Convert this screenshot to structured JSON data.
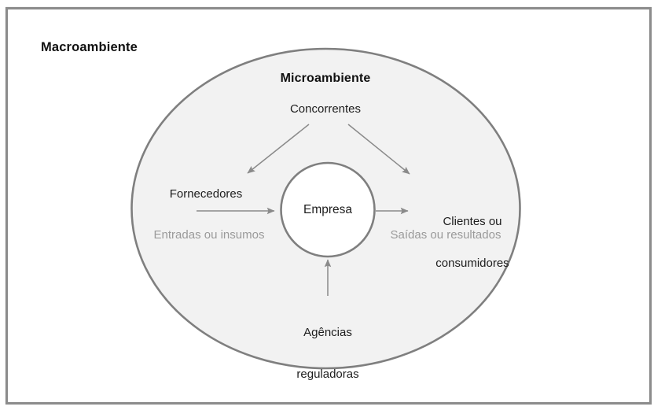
{
  "figure": {
    "type": "concentric-environment-diagram",
    "language": "pt-BR",
    "frame": {
      "border_color": "#8c8c8c",
      "background": "#ffffff"
    },
    "macro_environment": {
      "label": "Macroambiente",
      "shape": "rectangle",
      "fill": "#ffffff"
    },
    "micro_environment": {
      "label": "Microambiente",
      "shape": "ellipse",
      "fill": "#f2f2f2",
      "stroke": "#7f7f7f"
    },
    "core": {
      "label": "Empresa",
      "shape": "circle",
      "fill": "#ffffff",
      "stroke": "#7f7f7f"
    },
    "nodes": [
      {
        "id": "concorrentes",
        "label": "Concorrentes",
        "position": "top",
        "color": "#1d1d1d"
      },
      {
        "id": "fornecedores",
        "label": "Fornecedores",
        "position": "left",
        "color": "#1d1d1d"
      },
      {
        "id": "clientes",
        "label": "Clientes ou\nconsumidores",
        "line1": "Clientes ou",
        "line2": "consumidores",
        "position": "right",
        "color": "#1d1d1d"
      },
      {
        "id": "agencias",
        "label": "Agências\nreguladoras",
        "line1": "Agências",
        "line2": "reguladoras",
        "position": "bottom",
        "color": "#1d1d1d"
      }
    ],
    "flow_labels": [
      {
        "id": "entradas",
        "label": "Entradas ou insumos",
        "position": "left",
        "color": "#9a9a9a"
      },
      {
        "id": "saidas",
        "label": "Saídas ou resultados",
        "position": "right",
        "color": "#9a9a9a"
      }
    ],
    "arrows": [
      {
        "id": "arrow-concorrentes-left",
        "from": "concorrentes",
        "to": "empresa",
        "direction": "down-left"
      },
      {
        "id": "arrow-concorrentes-right",
        "from": "concorrentes",
        "to": "empresa",
        "direction": "down-right"
      },
      {
        "id": "arrow-fornecedores",
        "from": "fornecedores",
        "to": "empresa",
        "direction": "right"
      },
      {
        "id": "arrow-clientes",
        "from": "empresa",
        "to": "clientes",
        "direction": "right"
      },
      {
        "id": "arrow-agencias",
        "from": "agencias",
        "to": "empresa",
        "direction": "up"
      }
    ],
    "colors": {
      "stroke_gray": "#7f7f7f",
      "arrow_gray": "#8a8a8a",
      "muted_text": "#9a9a9a",
      "body_text": "#1d1d1d",
      "ellipse_fill": "#f2f2f2"
    }
  }
}
